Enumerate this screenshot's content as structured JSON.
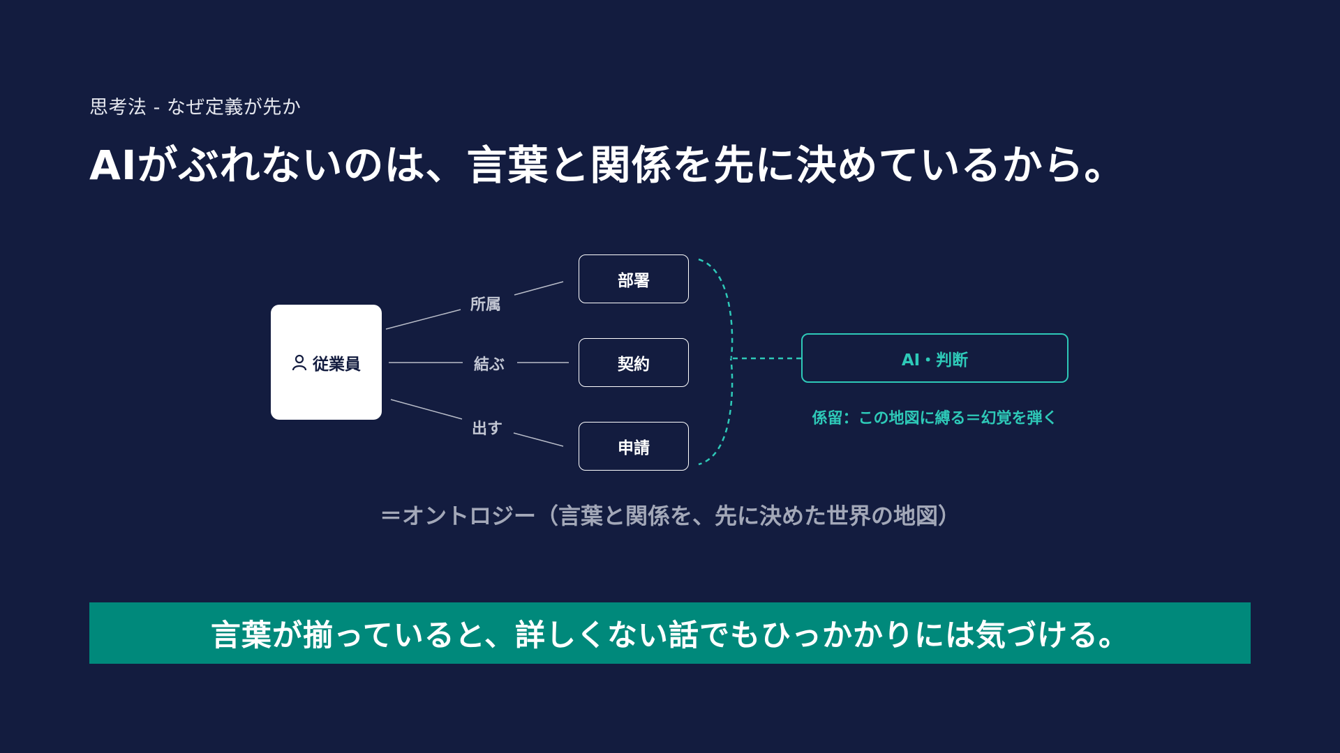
{
  "header": {
    "subtitle": "思考法 - なぜ定義が先か",
    "title": "AIがぶれないのは、言葉と関係を先に決めているから。"
  },
  "diagram": {
    "source_node": {
      "label": "従業員",
      "icon": "person-icon"
    },
    "targets": [
      {
        "label": "部署",
        "relation": "所属"
      },
      {
        "label": "契約",
        "relation": "結ぶ"
      },
      {
        "label": "申請",
        "relation": "出す"
      }
    ],
    "ai_box": {
      "label": "AI・判断"
    },
    "ai_note": "係留：この地図に縛る＝幻覚を弾く",
    "caption": "＝オントロジー（言葉と関係を、先に決めた世界の地図）"
  },
  "banner": {
    "text": "言葉が揃っていると、詳しくない話でもひっかかりには気づける。"
  },
  "colors": {
    "background": "#131c3f",
    "accent": "#2ec9b8",
    "banner": "#00897b"
  }
}
